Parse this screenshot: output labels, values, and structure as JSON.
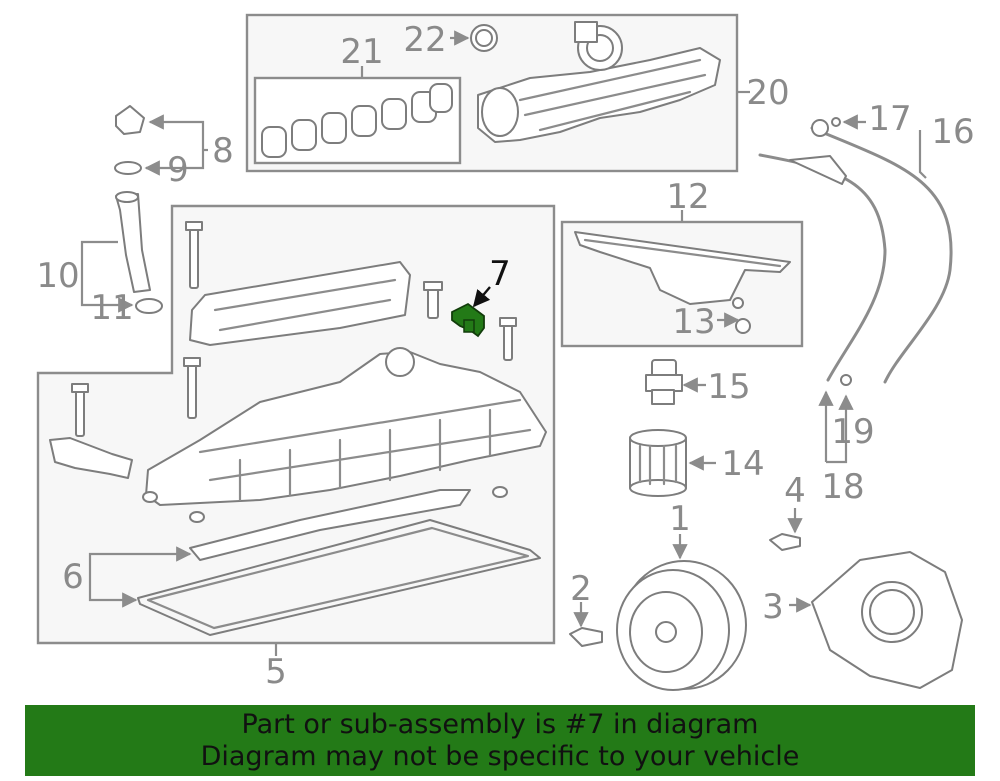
{
  "callouts": {
    "c1": "1",
    "c2": "2",
    "c3": "3",
    "c4": "4",
    "c5": "5",
    "c6": "6",
    "c7": "7",
    "c8": "8",
    "c9": "9",
    "c10": "10",
    "c11": "11",
    "c12": "12",
    "c13": "13",
    "c14": "14",
    "c15": "15",
    "c16": "16",
    "c17": "17",
    "c18": "18",
    "c19": "19",
    "c20": "20",
    "c21": "21",
    "c22": "22"
  },
  "highlight": {
    "part_number": "7",
    "color": "#237a17"
  },
  "banner": {
    "line1": "Part or sub-assembly is #7 in diagram",
    "line2": "Diagram may not be specific to your vehicle",
    "background": "#237a17"
  }
}
